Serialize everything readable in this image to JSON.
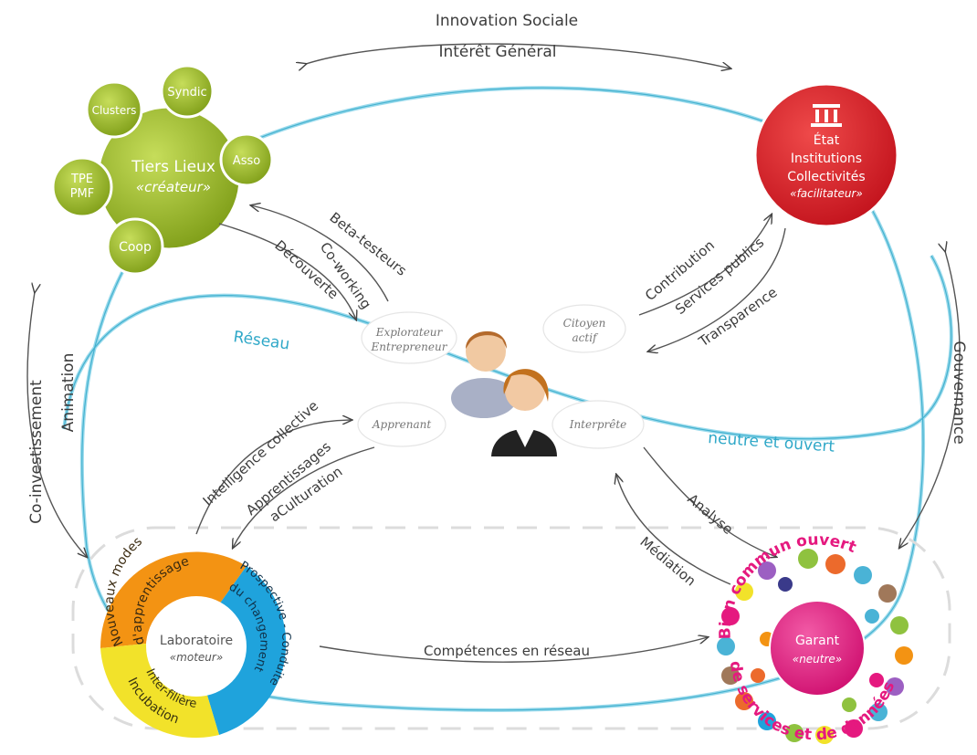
{
  "top_arrows": {
    "innovation": "Innovation Sociale",
    "interet": "Intérêt Général"
  },
  "tiers_lieux": {
    "title": "Tiers Lieux",
    "role": "«créateur»",
    "satellites": {
      "clusters": "Clusters",
      "syndic": "Syndic",
      "asso": "Asso",
      "tpe": "TPE",
      "pmf": "PMF",
      "coop": "Coop"
    }
  },
  "etat": {
    "line1": "État",
    "line2": "Institutions",
    "line3": "Collectivités",
    "role": "«facilitateur»"
  },
  "left_labels": {
    "coinvest": "Co-investissement",
    "animation": "Animation"
  },
  "right_label": "Gouvernance",
  "reseau": "Réseau",
  "neutre": "neutre  et  ouvert",
  "mid_left_arrows": {
    "beta": "Beta-testeurs",
    "coworking": "Co-working",
    "decouverte": "Découverte"
  },
  "mid_right_arrows": {
    "contribution": "Contribution",
    "services": "Services publics",
    "transparence": "Transparence"
  },
  "roles": {
    "explorateur": "Explorateur",
    "entrepreneur": "Entrepreneur",
    "citoyen": "Citoyen",
    "actif": "actif",
    "apprenant": "Apprenant",
    "interprete": "Interprête"
  },
  "lower_left_arrows": {
    "intelligence": "Intelligence collective",
    "apprentissages": "Apprentissages",
    "acculturation": "aCulturation"
  },
  "lower_right_arrows": {
    "analyse": "Analyse",
    "mediation": "Médiation"
  },
  "laboratoire": {
    "title": "Laboratoire",
    "role": "«moteur»",
    "seg1a": "Nouveaux modes",
    "seg1b": "d'apprentissage",
    "seg2a": "Prospective - Conduite",
    "seg2b": "du changement",
    "seg3a": "Incubation",
    "seg3b": "Inter-filière"
  },
  "competences": "Compétences en réseau",
  "garant": {
    "title": "Garant",
    "role": "«neutre»",
    "ring_top": "Bien commun ouvert",
    "ring_bottom": "de services et de données"
  },
  "colors": {
    "green": "#9bbb2a",
    "red": "#d8202b",
    "blue_line": "#5cc4e0",
    "orange": "#f39313",
    "cyan": "#1fa3dc",
    "yellow": "#f2e22a",
    "pink": "#e5197f"
  }
}
